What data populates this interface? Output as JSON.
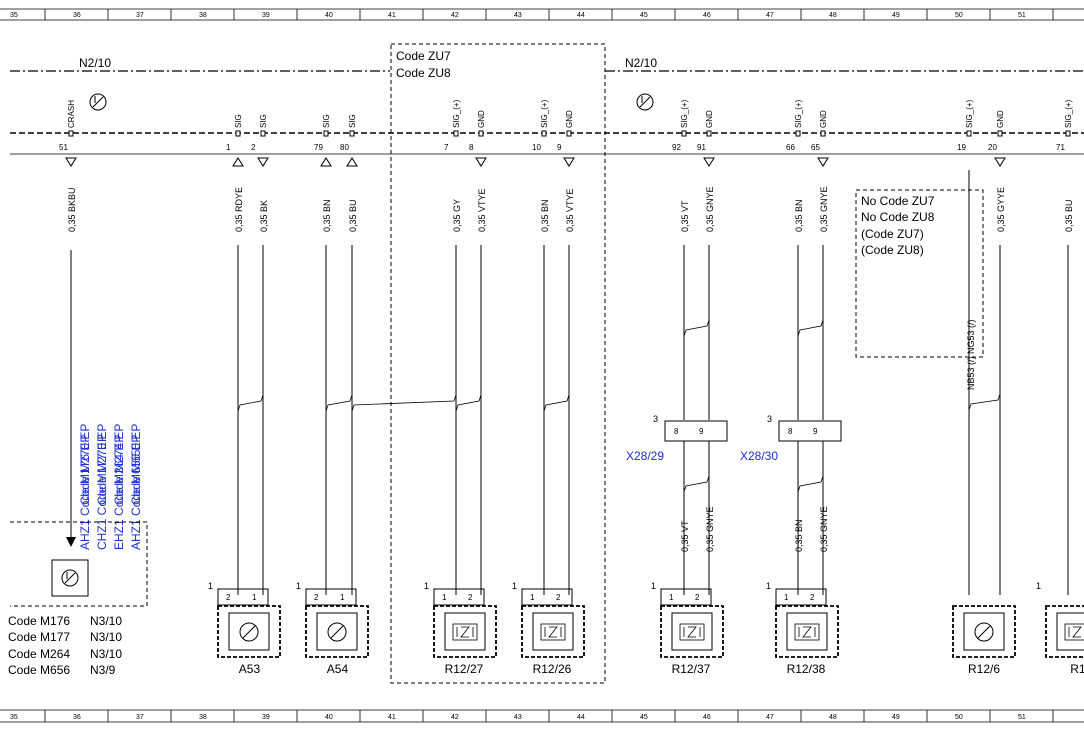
{
  "grid_numbers": [
    "35",
    "36",
    "37",
    "38",
    "39",
    "40",
    "41",
    "42",
    "43",
    "44",
    "45",
    "46",
    "47",
    "48",
    "49",
    "50",
    "51"
  ],
  "module_left": "N2/10",
  "module_right": "N2/10",
  "code_box_lines": [
    "Code ZU7",
    "Code ZU8"
  ],
  "note_box_lines": [
    "No Code ZU7",
    "No Code ZU8",
    "(Code ZU7)",
    "(Code ZU8)"
  ],
  "pins": [
    {
      "pin": "51",
      "func": "CRASH",
      "wire": "0,35 BKBU"
    },
    {
      "pin": "1",
      "func": "SIG",
      "wire": "0,35 RDYE"
    },
    {
      "pin": "2",
      "func": "SIG",
      "wire": "0,35 BK"
    },
    {
      "pin": "79",
      "func": "SIG",
      "wire": "0,35 BN"
    },
    {
      "pin": "80",
      "func": "SIG",
      "wire": "0,35 BU"
    },
    {
      "pin": "7",
      "func": "SIG_(+)",
      "wire": "0,35 GY"
    },
    {
      "pin": "8",
      "func": "GND",
      "wire": "0,35 VTYE"
    },
    {
      "pin": "10",
      "func": "SIG_(+)",
      "wire": "0,35 BN"
    },
    {
      "pin": "9",
      "func": "GND",
      "wire": "0,35 VTYE"
    },
    {
      "pin": "92",
      "func": "SIG_(+)",
      "wire": "0,35 VT"
    },
    {
      "pin": "91",
      "func": "GND",
      "wire": "0,35 GNYE"
    },
    {
      "pin": "66",
      "func": "SIG_(+)",
      "wire": "0,35 BN"
    },
    {
      "pin": "65",
      "func": "GND",
      "wire": "0,35 GNYE"
    },
    {
      "pin": "19",
      "func": "SIG_(+)",
      "wire": ""
    },
    {
      "pin": "20",
      "func": "GND",
      "wire": "0,35 GYYE"
    },
    {
      "pin": "71",
      "func": "SIG_(+)",
      "wire": "0,35 BU"
    }
  ],
  "lower_wires": {
    "x28_29_a": "0,35 VT",
    "x28_29_b": "0,35 GNYE",
    "x28_30_a": "0,35 BN",
    "x28_30_b": "0,35 GNYE"
  },
  "connectors": {
    "x28_29": "X28/29",
    "x28_30": "X28/30",
    "x28_pin_left": "8",
    "x28_pin_right": "9",
    "x28_num": "3"
  },
  "nb_note": "NB53 (/) NG53 (/)",
  "blue_codes": [
    "AHZ1 Code M176 EP",
    "CHZ1 Code M177 EP",
    "EHZ1 Code M264 EP",
    "AHZ1 Code M656 EP"
  ],
  "blue_codes_overlay": [
    "Code M270 EP",
    "Code M270 EP",
    "Code M274 EP",
    "Code M650 EP"
  ],
  "left_table": [
    {
      "code": "Code M176",
      "ref": "N3/10"
    },
    {
      "code": "Code M177",
      "ref": "N3/10"
    },
    {
      "code": "Code M264",
      "ref": "N3/10"
    },
    {
      "code": "Code M656",
      "ref": "N3/9"
    }
  ],
  "components": [
    {
      "label": "A53",
      "pins": [
        "2",
        "1"
      ],
      "num": "1",
      "symbol": "sensor"
    },
    {
      "label": "A54",
      "pins": [
        "2",
        "1"
      ],
      "num": "1",
      "symbol": "sensor"
    },
    {
      "label": "R12/27",
      "pins": [
        "1",
        "2"
      ],
      "num": "1",
      "symbol": "heater"
    },
    {
      "label": "R12/26",
      "pins": [
        "1",
        "2"
      ],
      "num": "1",
      "symbol": "heater"
    },
    {
      "label": "R12/37",
      "pins": [
        "1",
        "2"
      ],
      "num": "1",
      "symbol": "heater"
    },
    {
      "label": "R12/38",
      "pins": [
        "1",
        "2"
      ],
      "num": "1",
      "symbol": "heater"
    },
    {
      "label": "R12/6",
      "pins": [],
      "num": "",
      "symbol": "sensor"
    },
    {
      "label": "R1",
      "pins": [],
      "num": "1",
      "symbol": "heater"
    }
  ]
}
